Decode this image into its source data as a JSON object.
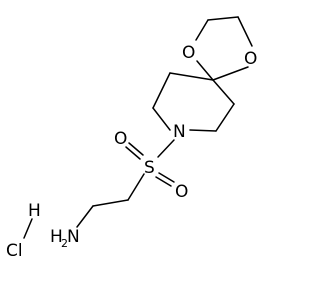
{
  "structure": {
    "atoms": {
      "o_ring_left": "O",
      "o_ring_right": "O",
      "n_ring": "N",
      "sulfur": "S",
      "o_sulfonyl_left": "O",
      "o_sulfonyl_right": "O",
      "amine_h": "H",
      "amine_h_count": "2",
      "amine_n": "N",
      "salt_cl": "Cl",
      "salt_h": "H"
    }
  },
  "colors": {
    "bond": "#000000",
    "label": "#000000",
    "background": "#ffffff"
  }
}
